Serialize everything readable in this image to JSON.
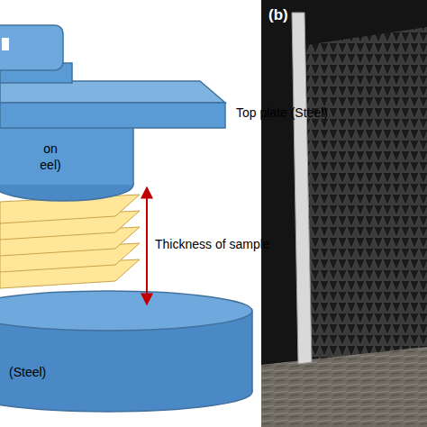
{
  "diagram": {
    "nodes": [
      {
        "text": [
          "Top plate (Steel)"
        ]
      },
      {
        "text": [
          "on eel)"
        ]
      },
      {
        "text": [
          "(Steel)"
        ]
      }
    ],
    "labels": [
      "Thickness of sample",
      "(b)"
    ]
  }
}
